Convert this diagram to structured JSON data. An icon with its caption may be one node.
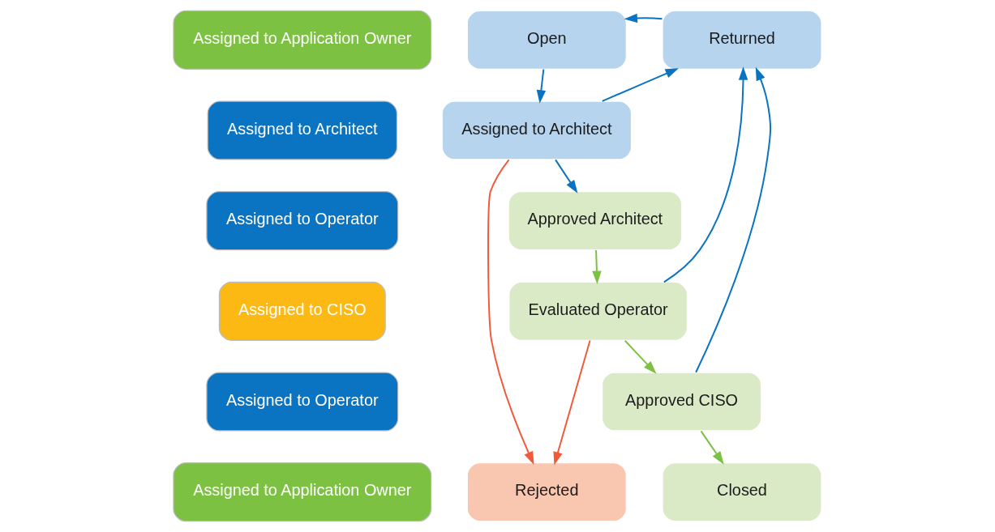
{
  "diagram": {
    "nodes": [
      {
        "text": [
          "Assigned to Application Owner"
        ]
      },
      {
        "text": [
          "Open"
        ]
      },
      {
        "text": [
          "Returned"
        ]
      },
      {
        "text": [
          "Assigned to Architect"
        ]
      },
      {
        "text": [
          "Assigned to Architect"
        ]
      },
      {
        "text": [
          "Assigned to Operator"
        ]
      },
      {
        "text": [
          "Approved Architect"
        ]
      },
      {
        "text": [
          "Assigned to CISO"
        ]
      },
      {
        "text": [
          "Evaluated Operator"
        ]
      },
      {
        "text": [
          "Assigned to Operator"
        ]
      },
      {
        "text": [
          "Approved CISO"
        ]
      },
      {
        "text": [
          "Assigned to Application Owner"
        ]
      },
      {
        "text": [
          "Rejected"
        ]
      },
      {
        "text": [
          "Closed"
        ]
      }
    ],
    "edges": [
      {
        "from": 2,
        "to": 1,
        "arrow": "to"
      },
      {
        "from": 1,
        "to": 4,
        "arrow": "to"
      },
      {
        "from": 4,
        "to": 2,
        "arrow": "to"
      },
      {
        "from": 4,
        "to": 6,
        "arrow": "to"
      },
      {
        "from": 6,
        "to": 8,
        "arrow": "to",
        "color": "#7dc142"
      },
      {
        "from": 8,
        "to": 2,
        "arrow": "to"
      },
      {
        "from": 8,
        "to": 10,
        "arrow": "to",
        "color": "#7dc142"
      },
      {
        "from": 8,
        "to": 12,
        "arrow": "to",
        "color": "#f05a3a"
      },
      {
        "from": 4,
        "to": 12,
        "arrow": "to",
        "color": "#f05a3a"
      },
      {
        "from": 10,
        "to": 2,
        "arrow": "to"
      },
      {
        "from": 10,
        "to": 13,
        "arrow": "to",
        "color": "#7dc142"
      }
    ]
  }
}
